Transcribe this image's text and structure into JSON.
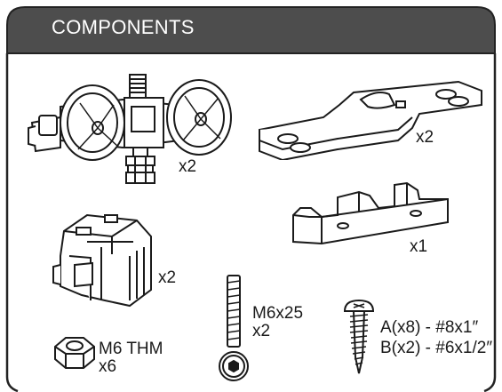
{
  "header": {
    "title": "COMPONENTS"
  },
  "components": [
    {
      "id": "trolley",
      "icon": "trolley-wheel-assembly-icon",
      "qty": "x2"
    },
    {
      "id": "bracket",
      "icon": "mounting-bracket-icon",
      "qty": "x2"
    },
    {
      "id": "guide",
      "icon": "floor-guide-icon",
      "qty": "x1"
    },
    {
      "id": "clip",
      "icon": "stop-clip-icon",
      "qty": "x2"
    },
    {
      "id": "bolt",
      "icon": "hex-bolt-icon",
      "label": "M6x25",
      "qty": "x2"
    },
    {
      "id": "nut",
      "icon": "hex-nut-icon",
      "label": "M6 THM",
      "qty": "x6"
    },
    {
      "id": "screws",
      "icon": "wood-screw-icon",
      "line1": "A(x8) - #8x1″",
      "line2": "B(x2) - #6x1/2″"
    }
  ],
  "colors": {
    "header_fill": "#4d4d4d",
    "header_stroke": "#222222",
    "line": "#1a1a1a"
  }
}
